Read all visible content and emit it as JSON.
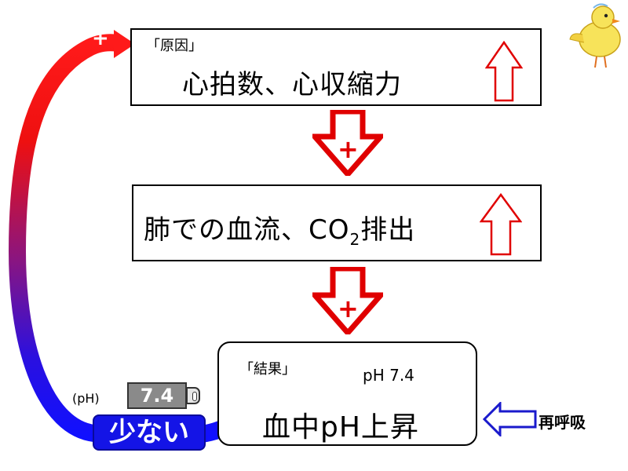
{
  "box_cause": {
    "tag": "「原因」",
    "text": "心拍数、心収縮力"
  },
  "box_lung": {
    "text_main": "肺での血流、CO",
    "subscript": "2",
    "text_end": "排出"
  },
  "box_result": {
    "tag": "「結果」",
    "ph_label": "pH 7.4",
    "text": "血中pH上昇"
  },
  "loop": {
    "plus_sign": "+",
    "low_label": "少ない",
    "ph_unit": "(pH)",
    "gauge_value": "7.4"
  },
  "arrows": {
    "down_plus": "+"
  },
  "side": {
    "label": "再呼吸"
  }
}
